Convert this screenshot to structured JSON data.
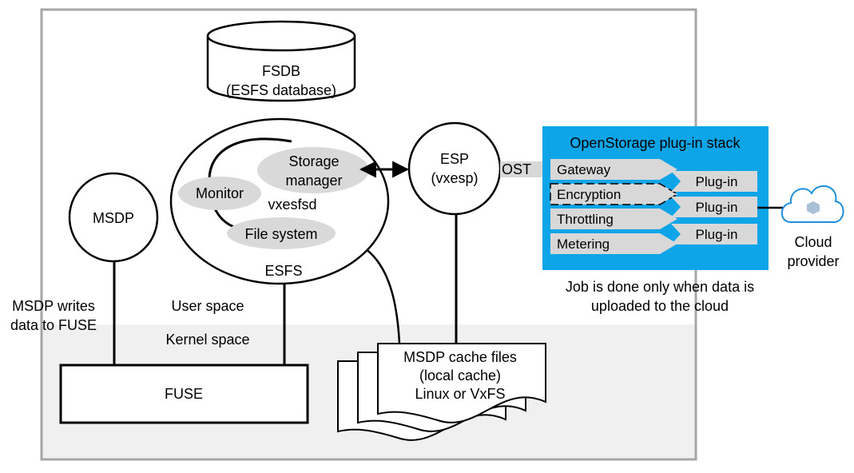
{
  "fsdb": {
    "line1": "FSDB",
    "line2": "(ESFS database)"
  },
  "esfs": {
    "label": "ESFS",
    "daemon": "vxesfsd",
    "monitor": "Monitor",
    "storage_manager_line1": "Storage",
    "storage_manager_line2": "manager",
    "file_system": "File system"
  },
  "esp": {
    "line1": "ESP",
    "line2": "(vxesp)"
  },
  "ost": "OST",
  "msdp": "MSDP",
  "msdp_writes": {
    "line1": "MSDP writes",
    "line2": "data to FUSE"
  },
  "user_space": "User space",
  "kernel_space": "Kernel space",
  "fuse": "FUSE",
  "cache_files": {
    "line1": "MSDP cache files",
    "line2": "(local cache)",
    "line3": "Linux or VxFS"
  },
  "plugin_stack": {
    "title": "OpenStorage plug-in stack",
    "layers": [
      "Gateway",
      "Encryption",
      "Throttling",
      "Metering"
    ],
    "plugins": [
      "Plug-in",
      "Plug-in",
      "Plug-in"
    ]
  },
  "cloud": {
    "line1": "Cloud",
    "line2": "provider"
  },
  "note": {
    "line1": "Job is done only when data is",
    "line2": "uploaded to the cloud"
  },
  "colors": {
    "plugin_stack_bg": "#0ea5e8",
    "layer_fill": "#d8d8d8",
    "bubble_fill": "#d9d9d9",
    "kernel_bg": "#f0f0f0",
    "cloud_accent": "#1d8fe0"
  }
}
